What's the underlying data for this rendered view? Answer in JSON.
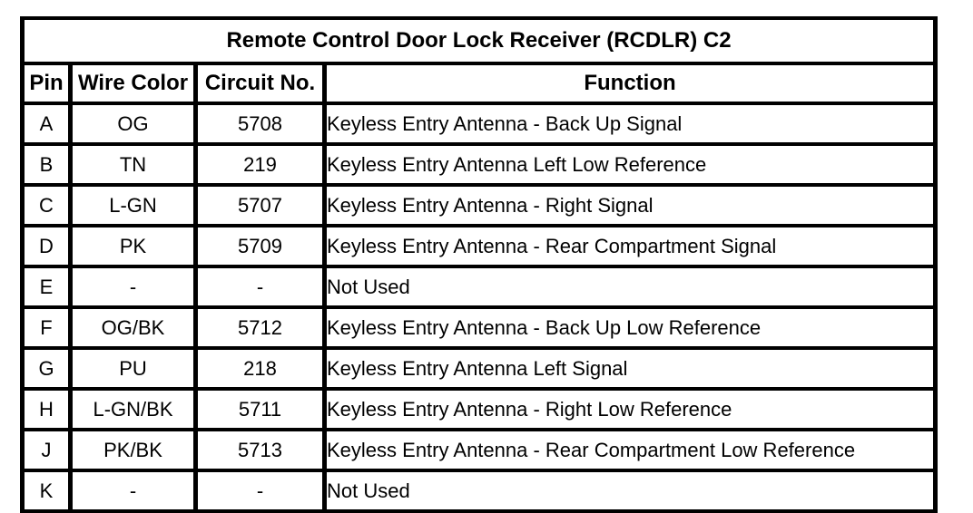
{
  "page": {
    "background_color": "#ffffff",
    "border_color": "#000000",
    "text_color": "#000000"
  },
  "table": {
    "title": "Remote Control Door Lock Receiver (RCDLR) C2",
    "columns": [
      "Pin",
      "Wire Color",
      "Circuit No.",
      "Function"
    ],
    "rows": [
      {
        "pin": "A",
        "wire_color": "OG",
        "circuit_no": "5708",
        "function": "Keyless Entry Antenna - Back Up Signal"
      },
      {
        "pin": "B",
        "wire_color": "TN",
        "circuit_no": "219",
        "function": "Keyless Entry Antenna Left Low Reference"
      },
      {
        "pin": "C",
        "wire_color": "L-GN",
        "circuit_no": "5707",
        "function": "Keyless Entry Antenna - Right Signal"
      },
      {
        "pin": "D",
        "wire_color": "PK",
        "circuit_no": "5709",
        "function": "Keyless Entry Antenna - Rear Compartment Signal"
      },
      {
        "pin": "E",
        "wire_color": "-",
        "circuit_no": "-",
        "function": "Not Used"
      },
      {
        "pin": "F",
        "wire_color": "OG/BK",
        "circuit_no": "5712",
        "function": "Keyless Entry Antenna - Back Up Low Reference"
      },
      {
        "pin": "G",
        "wire_color": "PU",
        "circuit_no": "218",
        "function": "Keyless Entry Antenna Left Signal"
      },
      {
        "pin": "H",
        "wire_color": "L-GN/BK",
        "circuit_no": "5711",
        "function": "Keyless Entry Antenna - Right Low Reference"
      },
      {
        "pin": "J",
        "wire_color": "PK/BK",
        "circuit_no": "5713",
        "function": "Keyless Entry Antenna - Rear Compartment Low Reference"
      },
      {
        "pin": "K",
        "wire_color": "-",
        "circuit_no": "-",
        "function": "Not Used"
      }
    ]
  }
}
